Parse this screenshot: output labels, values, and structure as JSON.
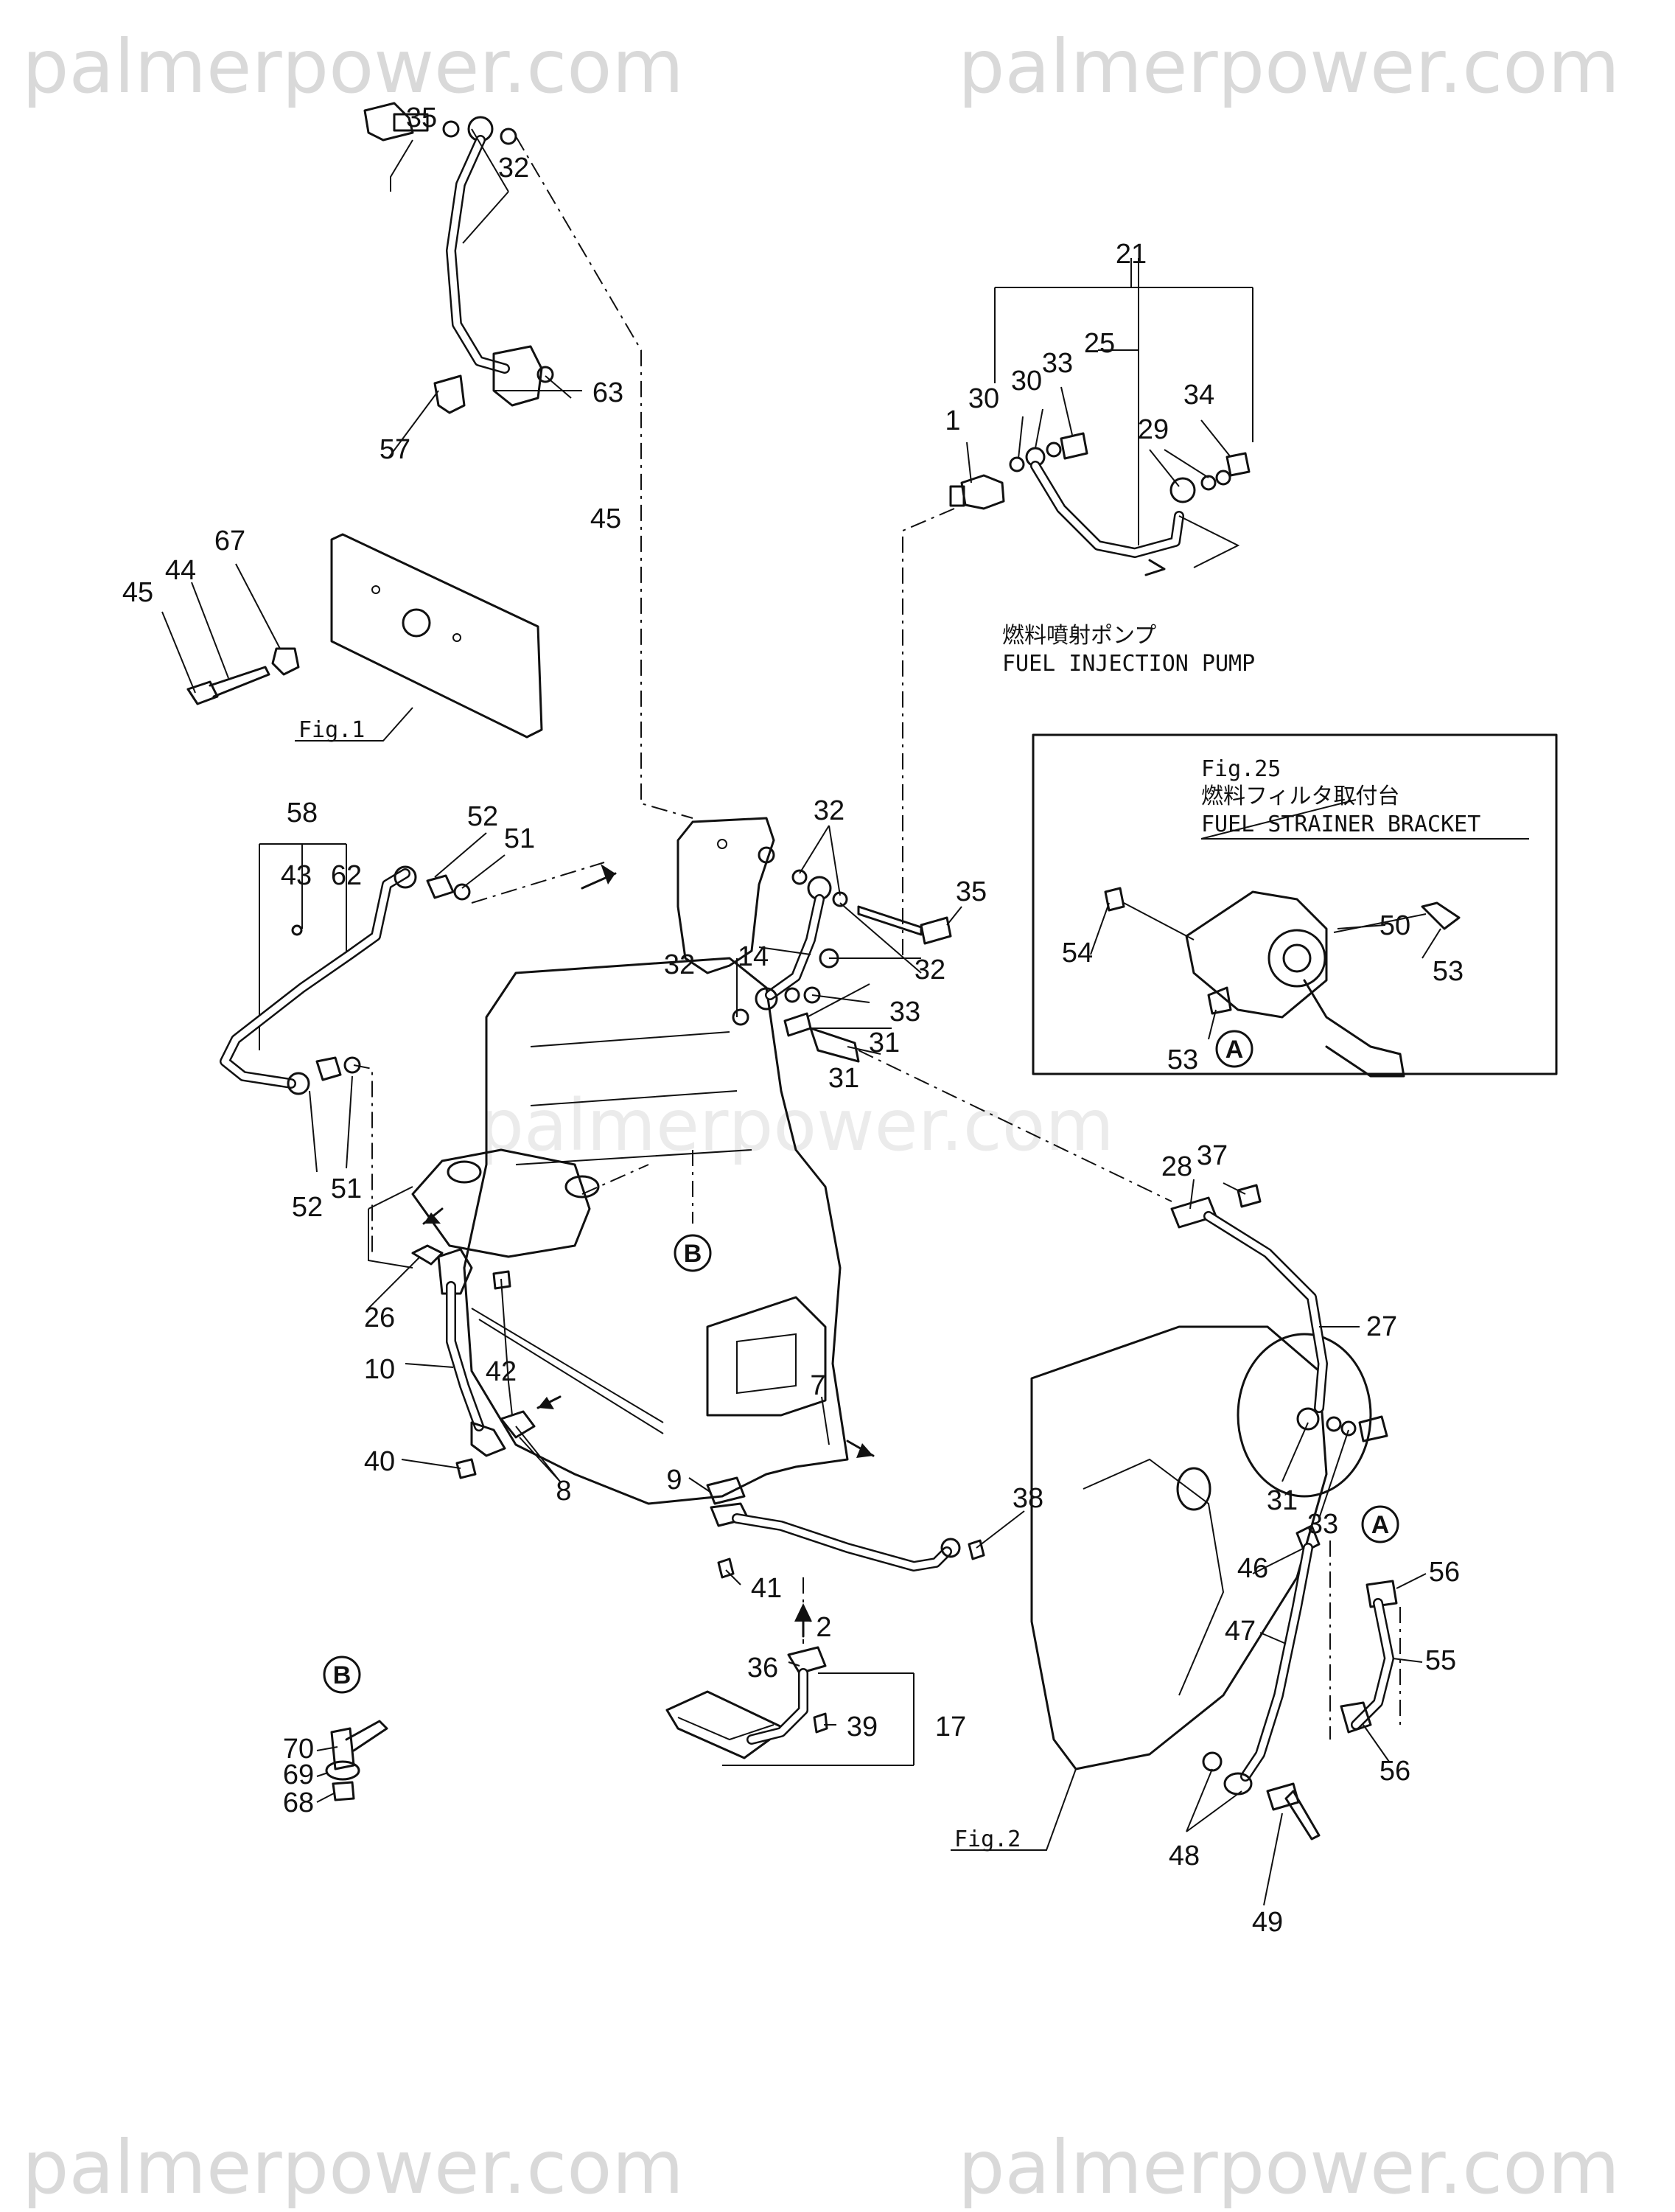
{
  "watermarks": [
    "palmerpower.com",
    "palmerpower.com",
    "palmerpower.com",
    "palmerpower.com",
    "palmerpower.com"
  ],
  "captions": {
    "fuel_injection_pump_jp": "燃料噴射ポンプ",
    "fuel_injection_pump_en": "FUEL INJECTION PUMP",
    "fig25_title": "Fig.25",
    "fuel_strainer_bracket_jp": "燃料フィルタ取付台",
    "fuel_strainer_bracket_en": "FUEL STRAINER BRACKET",
    "fig1": "Fig.1",
    "fig2": "Fig.2"
  },
  "reference_markers": [
    "A",
    "A",
    "B",
    "B"
  ],
  "part_numbers": [
    "35",
    "32",
    "63",
    "57",
    "45",
    "67",
    "44",
    "45",
    "21",
    "25",
    "1",
    "30",
    "30",
    "33",
    "34",
    "29",
    "58",
    "43",
    "62",
    "52",
    "51",
    "32",
    "35",
    "14",
    "32",
    "32",
    "33",
    "31",
    "31",
    "52",
    "51",
    "26",
    "10",
    "42",
    "40",
    "8",
    "9",
    "7",
    "41",
    "2",
    "36",
    "39",
    "17",
    "38",
    "28",
    "37",
    "27",
    "31",
    "33",
    "46",
    "47",
    "56",
    "55",
    "56",
    "48",
    "49",
    "70",
    "69",
    "68",
    "50",
    "54",
    "53",
    "53"
  ]
}
